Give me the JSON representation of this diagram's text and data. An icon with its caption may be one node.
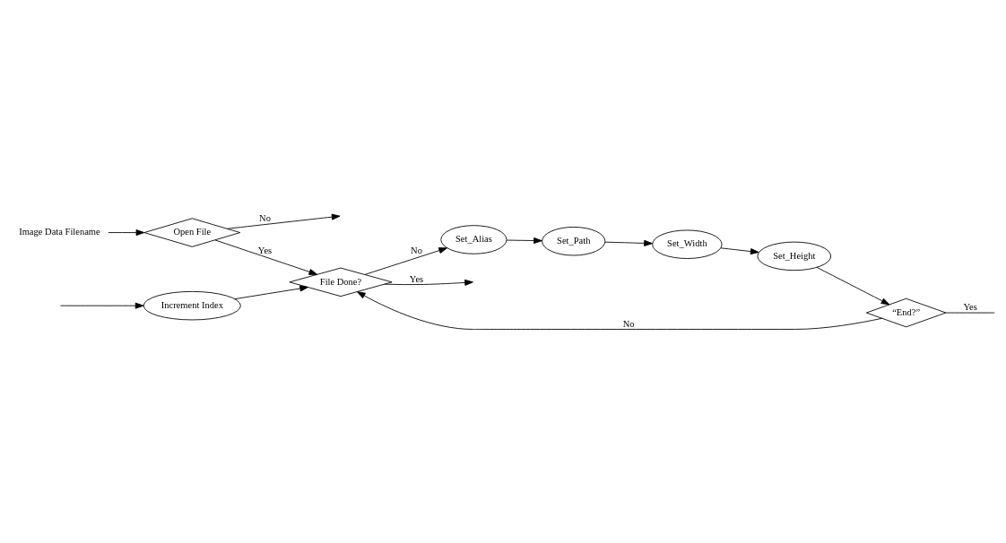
{
  "diagram": {
    "nodes": [
      {
        "text": [
          "Image Data Filename"
        ]
      },
      {
        "text": [
          "Open File"
        ]
      },
      {
        "text": [
          "File Done?"
        ]
      },
      {
        "text": [
          "Increment Index"
        ]
      },
      {
        "text": [
          "Set_Height"
        ]
      },
      {
        "text": [
          "“End?”"
        ]
      },
      {
        "text": [
          "Set_Width"
        ]
      },
      {
        "text": [
          "Set_Path"
        ]
      },
      {
        "text": [
          "Set_Alias"
        ]
      }
    ],
    "edges": [
      {
        "from": 0,
        "to": 1,
        "arrow": "to"
      },
      {
        "from": 1,
        "to": 2,
        "arrow": "to",
        "label": "Yes"
      },
      {
        "from": 1,
        "to": null,
        "arrow": "to",
        "label": "No"
      },
      {
        "from": 2,
        "to": null,
        "arrow": "to",
        "label": "Yes"
      },
      {
        "from": 2,
        "to": 8,
        "arrow": "to",
        "label": "No"
      },
      {
        "from": 8,
        "to": 7,
        "arrow": "to"
      },
      {
        "from": 7,
        "to": 6,
        "arrow": "to"
      },
      {
        "from": 6,
        "to": 4,
        "arrow": "to"
      },
      {
        "from": 4,
        "to": 5,
        "arrow": "to"
      },
      {
        "from": 5,
        "to": 2,
        "arrow": "to",
        "label": "No"
      },
      {
        "from": 5,
        "to": null,
        "arrow": "none",
        "label": "Yes"
      },
      {
        "from": null,
        "to": 3,
        "arrow": "to"
      },
      {
        "from": 3,
        "to": 2,
        "arrow": "to"
      }
    ]
  }
}
